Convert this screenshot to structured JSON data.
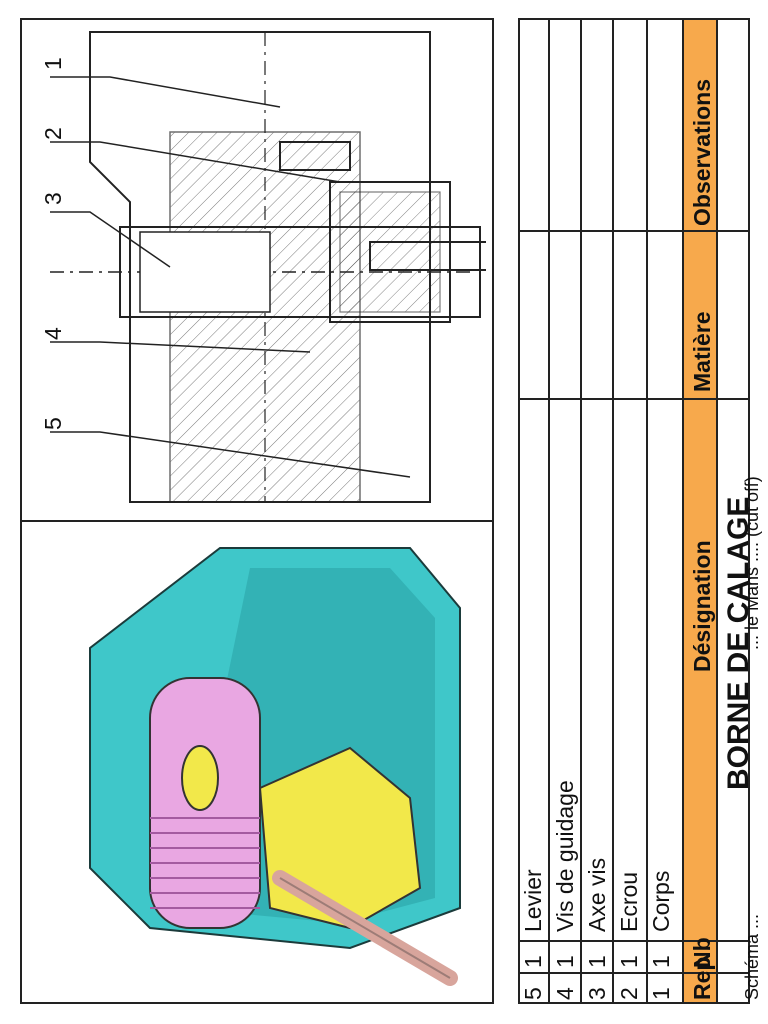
{
  "title_block": {
    "title": "BORNE DE CALAGE",
    "subtitle": "... le Mans .... (cut off)"
  },
  "bom": {
    "headers": {
      "rep": "Rep",
      "nb": "Nb",
      "designation": "Désignation",
      "matiere": "Matière",
      "observations": "Observations"
    },
    "rows": [
      {
        "rep": "5",
        "nb": "1",
        "designation": "Levier"
      },
      {
        "rep": "4",
        "nb": "1",
        "designation": "Vis de guidage"
      },
      {
        "rep": "3",
        "nb": "1",
        "designation": "Axe vis"
      },
      {
        "rep": "2",
        "nb": "1",
        "designation": "Ecrou"
      },
      {
        "rep": "1",
        "nb": "1",
        "designation": "Corps"
      }
    ]
  },
  "drawing": {
    "callouts": [
      "1",
      "2",
      "3",
      "4",
      "5"
    ]
  },
  "footer_partial": "Schéma ... ",
  "colors": {
    "header_orange": "#f7a94c",
    "body_cyan": "#3fc7c9",
    "nut_yellow": "#f2e84a",
    "screw_pink": "#e9a7e2"
  }
}
